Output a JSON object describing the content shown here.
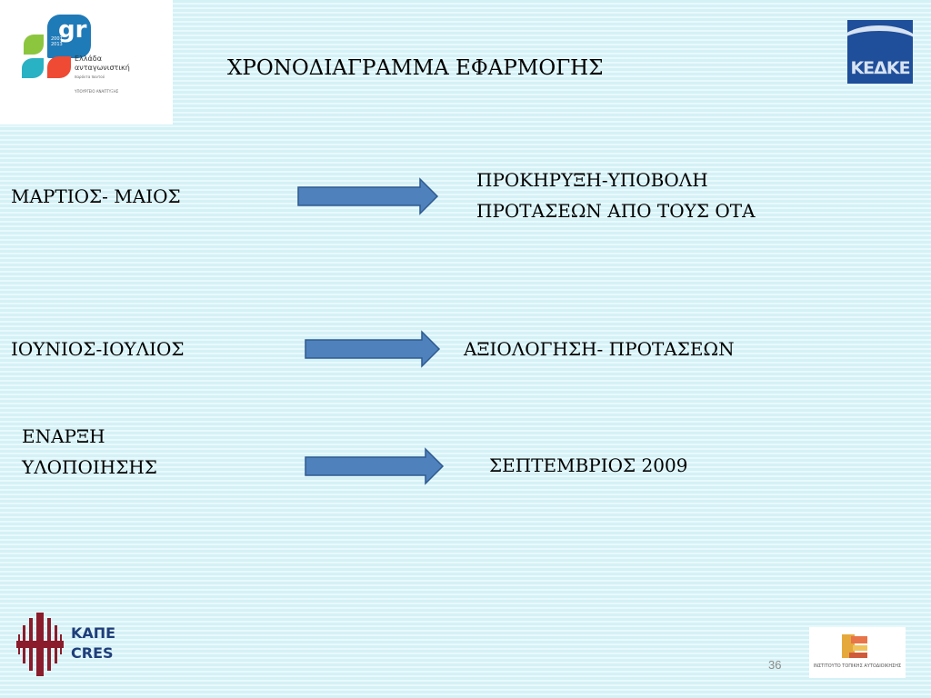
{
  "title": "ΧΡΟΝΟΔΙΑΓΡΑΜΜΑ ΕΦΑΡΜΟΓΗΣ",
  "logo_top_left": {
    "gr": "gr",
    "years": "2007 2013",
    "line1": "Ελλάδα",
    "line2": "ανταγωνιστική",
    "line3": "παρόντα παντού",
    "line4": "ΥΠΟΥΡΓΕΙΟ ΑΝΑΠΤΥΞΗΣ"
  },
  "logo_top_right": {
    "text": "ΚΕΔΚΕ"
  },
  "rows": [
    {
      "left": "ΜΑΡΤΙΟΣ- ΜΑΙΟΣ",
      "right_line1": "ΠΡΟΚΗΡΥΞΗ-ΥΠΟΒΟΛΗ",
      "right_line2": "ΠΡΟΤΑΣΕΩΝ ΑΠΟ ΤΟΥΣ ΟΤΑ"
    },
    {
      "left": "ΙΟΥΝΙΟΣ-ΙΟΥΛΙΟΣ",
      "right": "ΑΞΙΟΛΟΓΗΣΗ- ΠΡΟΤΑΣΕΩΝ"
    },
    {
      "left_line1": "ΕΝΑΡΞΗ",
      "left_line2": "ΥΛΟΠΟΙΗΣΗΣ",
      "right": "ΣΕΠΤΕΜΒΡΙΟΣ 2009"
    }
  ],
  "logo_bottom_left": {
    "line1": "ΚΑΠΕ",
    "line2": "CRES"
  },
  "logo_bottom_right": {
    "text": "ΙΝΣΤΙΤΟΥΤΟ ΤΟΠΙΚΗΣ ΑΥΤΟΔΙΟΙΚΗΣΗΣ"
  },
  "page_number": "36",
  "colors": {
    "arrow_fill": "#4f81bd",
    "arrow_stroke": "#2e5a8f",
    "background": "#cfeff4"
  }
}
